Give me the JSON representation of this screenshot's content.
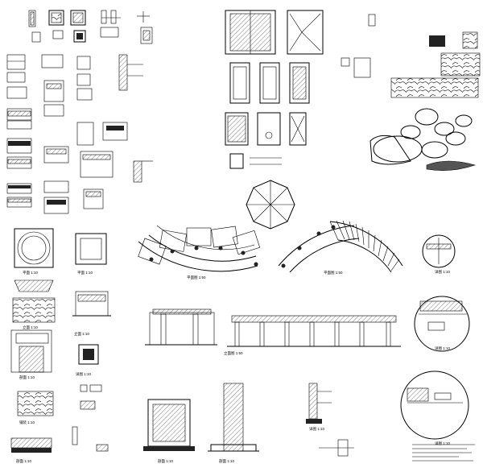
{
  "sheet": {
    "labels": {
      "plan_scale": "1:50",
      "plan_scale_2": "1:50",
      "detail_scale_1": "1:10",
      "detail_scale_2": "1:10",
      "detail_scale_3": "1:10",
      "elev_scale": "1:50",
      "bottom_scale_1": "1:10",
      "bottom_scale_2": "1:10",
      "bottom_scale_3": "1:10",
      "left_scale_1": "1:10",
      "left_scale_2": "1:10",
      "left_scale_3": "1:10",
      "left_scale_4": "1:10",
      "left_scale_5": "1:10",
      "left_scale_6": "1:10",
      "mid_scale_1": "1:10",
      "mid_scale_2": "1:10",
      "mid_scale_3": "1:10"
    }
  }
}
